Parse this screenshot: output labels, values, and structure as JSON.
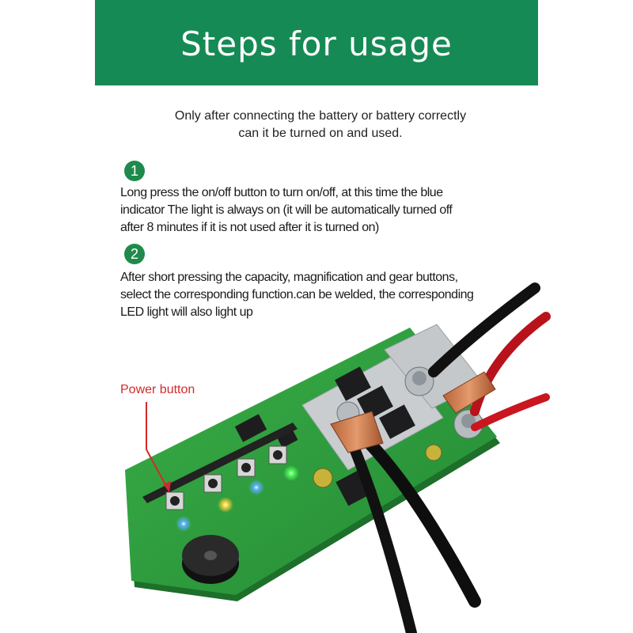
{
  "header": {
    "title": "Steps for usage"
  },
  "intro": {
    "line1": "Only after connecting the battery or battery correctly",
    "line2": "can it be turned on and used."
  },
  "steps": [
    {
      "number": "1",
      "lines": [
        "Long press the on/off button to turn on/off, at this time the blue",
        "indicator The light is always on (it will be automatically turned off",
        "after 8 minutes if it is not used after it is turned on)"
      ]
    },
    {
      "number": "2",
      "lines": [
        "After short pressing the capacity, magnification and gear buttons,",
        "select the corresponding function.can be welded, the corresponding",
        "LED light will also light up"
      ]
    }
  ],
  "callout": {
    "power_button": "Power button"
  },
  "colors": {
    "banner": "#168a55",
    "step_badge": "#1f8a4c",
    "callout": "#d42a2a",
    "pcb": "#2f9e3c"
  },
  "icons": [
    "battery-icon",
    "pcb-board-icon",
    "cable-icon",
    "buzzer-icon"
  ]
}
